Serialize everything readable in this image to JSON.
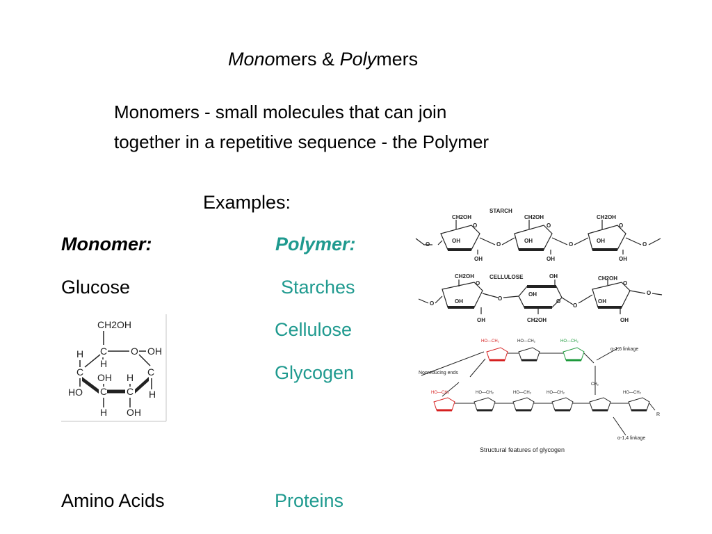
{
  "slide": {
    "title": {
      "part1": "Mono",
      "part2": "mers & ",
      "part3": "Poly",
      "part4": "mers"
    },
    "definition": {
      "line1": "Monomers - small molecules that can join",
      "line2": "together in a repetitive sequence - the Polymer"
    },
    "examples_label": "Examples:",
    "monomer_header": "Monomer:",
    "polymer_header": "Polymer:",
    "rows": [
      {
        "monomer": "Glucose",
        "polymers": [
          "Starches",
          "Cellulose",
          "Glycogen"
        ]
      },
      {
        "monomer": "Amino Acids",
        "polymers": [
          "Proteins"
        ]
      }
    ]
  },
  "glucose_figure": {
    "labels": [
      "CH2OH",
      "C",
      "O",
      "OH",
      "H",
      "H",
      "C",
      "C",
      "OH",
      "H",
      "HO",
      "C",
      "C",
      "H",
      "H",
      "OH"
    ]
  },
  "starch_figure": {
    "label": "STARCH",
    "ch2oh": "CH2OH",
    "o": "O",
    "oh": "OH"
  },
  "cellulose_figure": {
    "label": "CELLULOSE"
  },
  "glycogen_figure": {
    "caption": "Structural features of glycogen",
    "nonreducing_label": "Nonreducing ends",
    "alpha16_label": "α-1,6 linkage",
    "alpha14_label": "α-1,4 linkage",
    "r_label": "R",
    "colors": {
      "red": "#d62020",
      "green": "#1e9a3c"
    }
  },
  "colors": {
    "polymer": "#1f9a8f"
  }
}
